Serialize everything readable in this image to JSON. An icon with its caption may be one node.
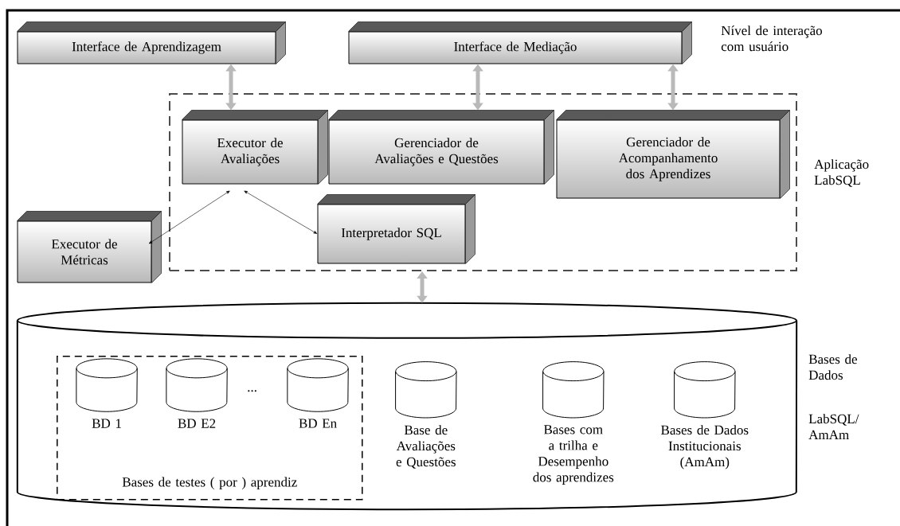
{
  "diagram": {
    "nodes": [
      {
        "text": [
          "Interface de Aprendizagem"
        ]
      },
      {
        "text": [
          "Interface de Mediação"
        ]
      },
      {
        "text": [],
        "shape": "box"
      },
      {
        "text": [
          "Executor de Avaliações"
        ],
        "in": 2
      },
      {
        "text": [
          "Gerenciador de Avaliações e Questões"
        ],
        "in": 2
      },
      {
        "text": [
          "Gerenciador de Acompanhamento dos Aprendizes"
        ],
        "in": 2
      },
      {
        "text": [
          "Interpretador SQL"
        ],
        "in": 2
      },
      {
        "text": [
          "Executor de Métricas"
        ]
      },
      {
        "text": [],
        "shape": "cylinder"
      },
      {
        "text": [
          "Bases de testes ( por ) aprendiz"
        ],
        "in": 8
      },
      {
        "text": [],
        "shape": "cylinder",
        "beside": [
          "BD 1"
        ],
        "in": 9
      },
      {
        "text": [],
        "shape": "cylinder",
        "beside": [
          "BD E2"
        ],
        "in": 9
      },
      {
        "text": [],
        "shape": "cylinder",
        "beside": [
          "BD En"
        ],
        "in": 9
      },
      {
        "text": [],
        "shape": "cylinder",
        "beside": [
          "Base de Avaliações e Questões"
        ],
        "in": 8
      },
      {
        "text": [],
        "shape": "cylinder",
        "beside": [
          "Bases com a trilha e Desempenho dos aprendizes"
        ],
        "in": 8
      },
      {
        "text": [],
        "shape": "cylinder",
        "beside": [
          "Bases de Dados Institucionais (AmAm)"
        ],
        "in": 8
      }
    ],
    "edges": [
      {
        "from": 0,
        "to": 3,
        "arrow": "both"
      },
      {
        "from": 1,
        "to": 4,
        "arrow": "both"
      },
      {
        "from": 1,
        "to": 5,
        "arrow": "both"
      },
      {
        "from": 7,
        "to": 3,
        "arrow": "both",
        "color": "#000000"
      },
      {
        "from": 3,
        "to": 6,
        "arrow": "both",
        "color": "#000000"
      },
      {
        "from": 2,
        "to": 8,
        "arrow": "both"
      }
    ],
    "labels": [
      "Nível de interação com usuário",
      "Aplicação LabSQL",
      "Bases de Dados",
      "...",
      "LabSQL/ AmAm"
    ]
  }
}
